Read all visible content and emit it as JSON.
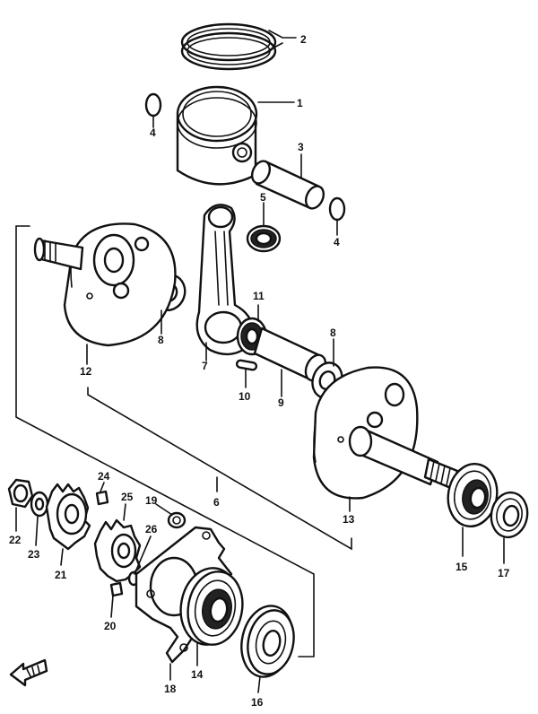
{
  "diagram": {
    "parts": [
      {
        "id": "piston-ring",
        "number": "2"
      },
      {
        "id": "piston",
        "number": "1"
      },
      {
        "id": "circlip-left",
        "number": "4"
      },
      {
        "id": "piston-pin",
        "number": "3"
      },
      {
        "id": "circlip-right",
        "number": "4"
      },
      {
        "id": "needle-bearing-small",
        "number": "5"
      },
      {
        "id": "thrust-washer-left",
        "number": "8"
      },
      {
        "id": "connecting-rod",
        "number": "7"
      },
      {
        "id": "needle-bearing-big",
        "number": "11"
      },
      {
        "id": "crank-pin",
        "number": "9"
      },
      {
        "id": "thrust-washer-right",
        "number": "8"
      },
      {
        "id": "pin",
        "number": "10"
      },
      {
        "id": "crankshaft-left",
        "number": "12"
      },
      {
        "id": "crankshaft-right",
        "number": "13"
      },
      {
        "id": "crankshaft-assembly",
        "number": "6"
      },
      {
        "id": "bearing-right",
        "number": "15"
      },
      {
        "id": "oil-seal-right",
        "number": "17"
      },
      {
        "id": "key-24",
        "number": "24"
      },
      {
        "id": "gear-25",
        "number": "25"
      },
      {
        "id": "bolt-19",
        "number": "19"
      },
      {
        "id": "pin-26",
        "number": "26"
      },
      {
        "id": "nut",
        "number": "22"
      },
      {
        "id": "washer",
        "number": "23"
      },
      {
        "id": "primary-gear",
        "number": "21"
      },
      {
        "id": "key-20",
        "number": "20"
      },
      {
        "id": "bearing-retainer",
        "number": "18"
      },
      {
        "id": "bearing-left",
        "number": "14"
      },
      {
        "id": "oil-seal-left",
        "number": "16"
      }
    ]
  }
}
